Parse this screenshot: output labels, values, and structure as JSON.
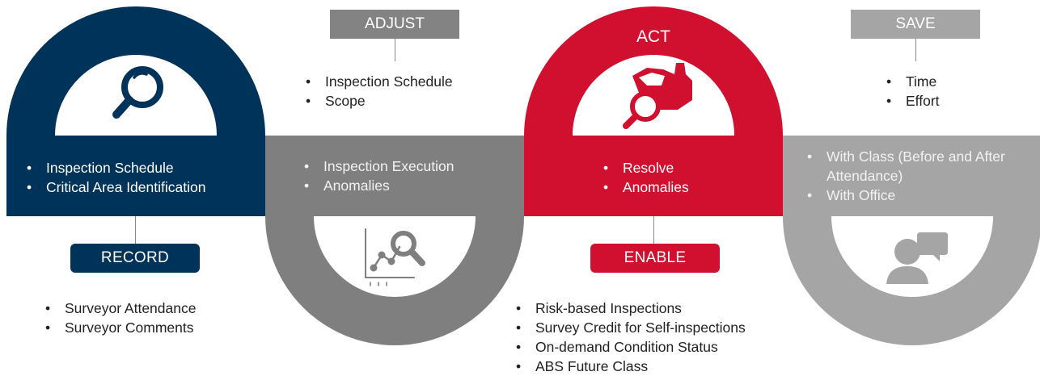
{
  "stages": {
    "survey_planning": {
      "title": "SURVEY PLANNING",
      "items": [
        "Inspection Schedule",
        "Critical Area Identification"
      ],
      "badge": "RECORD",
      "sub_items": [
        "Surveyor Attendance",
        "Surveyor Comments"
      ],
      "color": "#003359"
    },
    "record": {
      "title": "RECORD",
      "header": "ADJUST",
      "header_items": [
        "Inspection Schedule",
        "Scope"
      ],
      "items": [
        "Inspection Execution",
        "Anomalies"
      ],
      "color": "#7f7f80"
    },
    "act": {
      "title": "ACT",
      "items": [
        "Resolve",
        "Anomalies"
      ],
      "badge": "ENABLE",
      "sub_items": [
        "Risk-based Inspections",
        "Survey Credit for Self-inspections",
        "On-demand Condition Status",
        "ABS Future Class"
      ],
      "color": "#d0102e"
    },
    "communicate": {
      "title": "COMMUNICATE",
      "header": "SAVE",
      "header_items": [
        "Time",
        "Effort"
      ],
      "items": [
        "With Class (Before and After Attendance)",
        "With Office"
      ],
      "color": "#a5a5a6"
    }
  },
  "icons": {
    "survey_planning": "magnifier-icon",
    "record": "chart-magnifier-icon",
    "act": "vehicle-magnifier-icon",
    "communicate": "person-speech-icon"
  },
  "header_badge_color": "#838384"
}
